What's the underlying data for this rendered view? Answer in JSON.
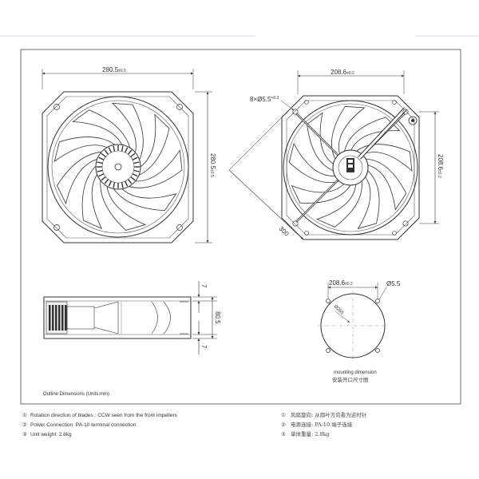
{
  "front_view": {
    "width_dim": "280.5",
    "width_tol": "±0.5",
    "height_dim": "280.5",
    "height_tol": "±0.5"
  },
  "back_view": {
    "spacing_dim": "208.6",
    "spacing_tol": "±0.2",
    "side_dim": "208.6",
    "side_tol": "±0.2",
    "hole_dim": "8×Ø5.5",
    "hole_tol": "+0.3",
    "diagonal_dim": "300"
  },
  "side_view": {
    "depth_dim": "80.5",
    "flange_top": "7",
    "flange_bottom": "7"
  },
  "mounting": {
    "spacing_dim": "208.6",
    "spacing_tol": "±0.2",
    "hole_dim": "Ø5.5",
    "circle_dim": "Ø265",
    "caption_en": "mounting dimension",
    "caption_cn": "安装开口尺寸图"
  },
  "outline_label": "Outline Dimensions (Units:mm)",
  "notes_en": [
    {
      "sym": "①",
      "text": "Rotation direction of blades : CCW seen from the front impellers"
    },
    {
      "sym": "②",
      "text": "Power Connection:  PA-10 terminal connection"
    },
    {
      "sym": "③",
      "text": "Unit weight: 2.8kg"
    }
  ],
  "notes_cn": [
    {
      "sym": "①",
      "text": "风扇旋向: 从扇叶方向看为逆时针"
    },
    {
      "sym": "②",
      "text": "电源连接: PA-10 端子连接"
    },
    {
      "sym": "③",
      "text": "单体重量: 2.8kg"
    }
  ]
}
